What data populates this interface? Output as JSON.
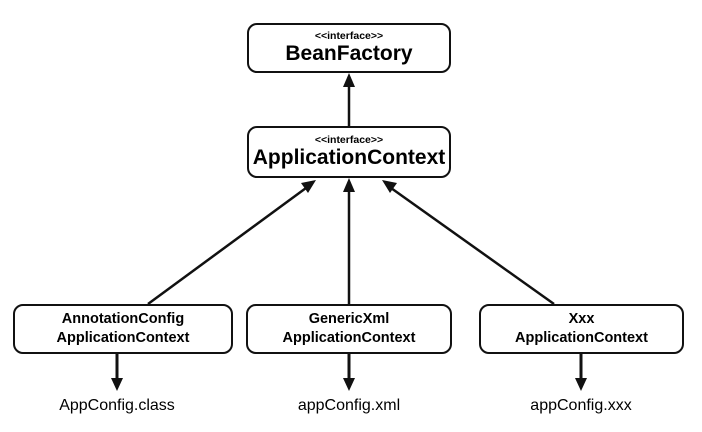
{
  "nodes": {
    "bean_factory": {
      "stereotype": "<<interface>>",
      "name": "BeanFactory"
    },
    "application_context": {
      "stereotype": "<<interface>>",
      "name": "ApplicationContext"
    },
    "annotation": {
      "line1": "AnnotationConfig",
      "line2": "ApplicationContext"
    },
    "generic_xml": {
      "line1": "GenericXml",
      "line2": "ApplicationContext"
    },
    "xxx": {
      "line1": "Xxx",
      "line2": "ApplicationContext"
    }
  },
  "configs": {
    "annotation": "AppConfig.class",
    "generic_xml": "appConfig.xml",
    "xxx": "appConfig.xxx"
  },
  "edges": [
    {
      "from": "application_context",
      "to": "bean_factory",
      "type": "implements"
    },
    {
      "from": "annotation",
      "to": "application_context",
      "type": "implements"
    },
    {
      "from": "generic_xml",
      "to": "application_context",
      "type": "implements"
    },
    {
      "from": "xxx",
      "to": "application_context",
      "type": "implements"
    },
    {
      "from": "annotation",
      "to": "config_annotation",
      "type": "uses"
    },
    {
      "from": "generic_xml",
      "to": "config_generic_xml",
      "type": "uses"
    },
    {
      "from": "xxx",
      "to": "config_xxx",
      "type": "uses"
    }
  ]
}
